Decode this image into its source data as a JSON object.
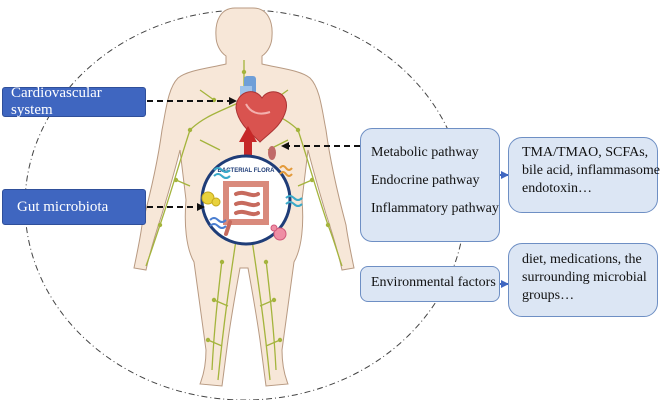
{
  "labels": {
    "cardiovascular": "Cardiovascular system",
    "gut_microbiota": "Gut microbiota",
    "pathways": [
      "Metabolic pathway",
      "Endocrine pathway",
      "Inflammatory pathway"
    ],
    "metabolites": [
      "TMA/TMAO, SCFAs,",
      "bile acid, inflammasome,",
      "endotoxin…"
    ],
    "environmental": "Environmental factors",
    "env_examples": [
      "diet, medications, the",
      "surrounding microbial",
      "groups…"
    ],
    "bacterial_flora": "BACTERIAL FLORA"
  },
  "colors": {
    "blue_box": "#3f66c0",
    "light_box": "#dce6f4",
    "light_box_border": "#6e8fc4",
    "body_line": "#a4b43c",
    "heart": "#d9534f",
    "arrow_red": "#c62828"
  },
  "icons": [
    "human-body-icon",
    "heart-icon",
    "intestine-icon",
    "bacteria-icon"
  ]
}
